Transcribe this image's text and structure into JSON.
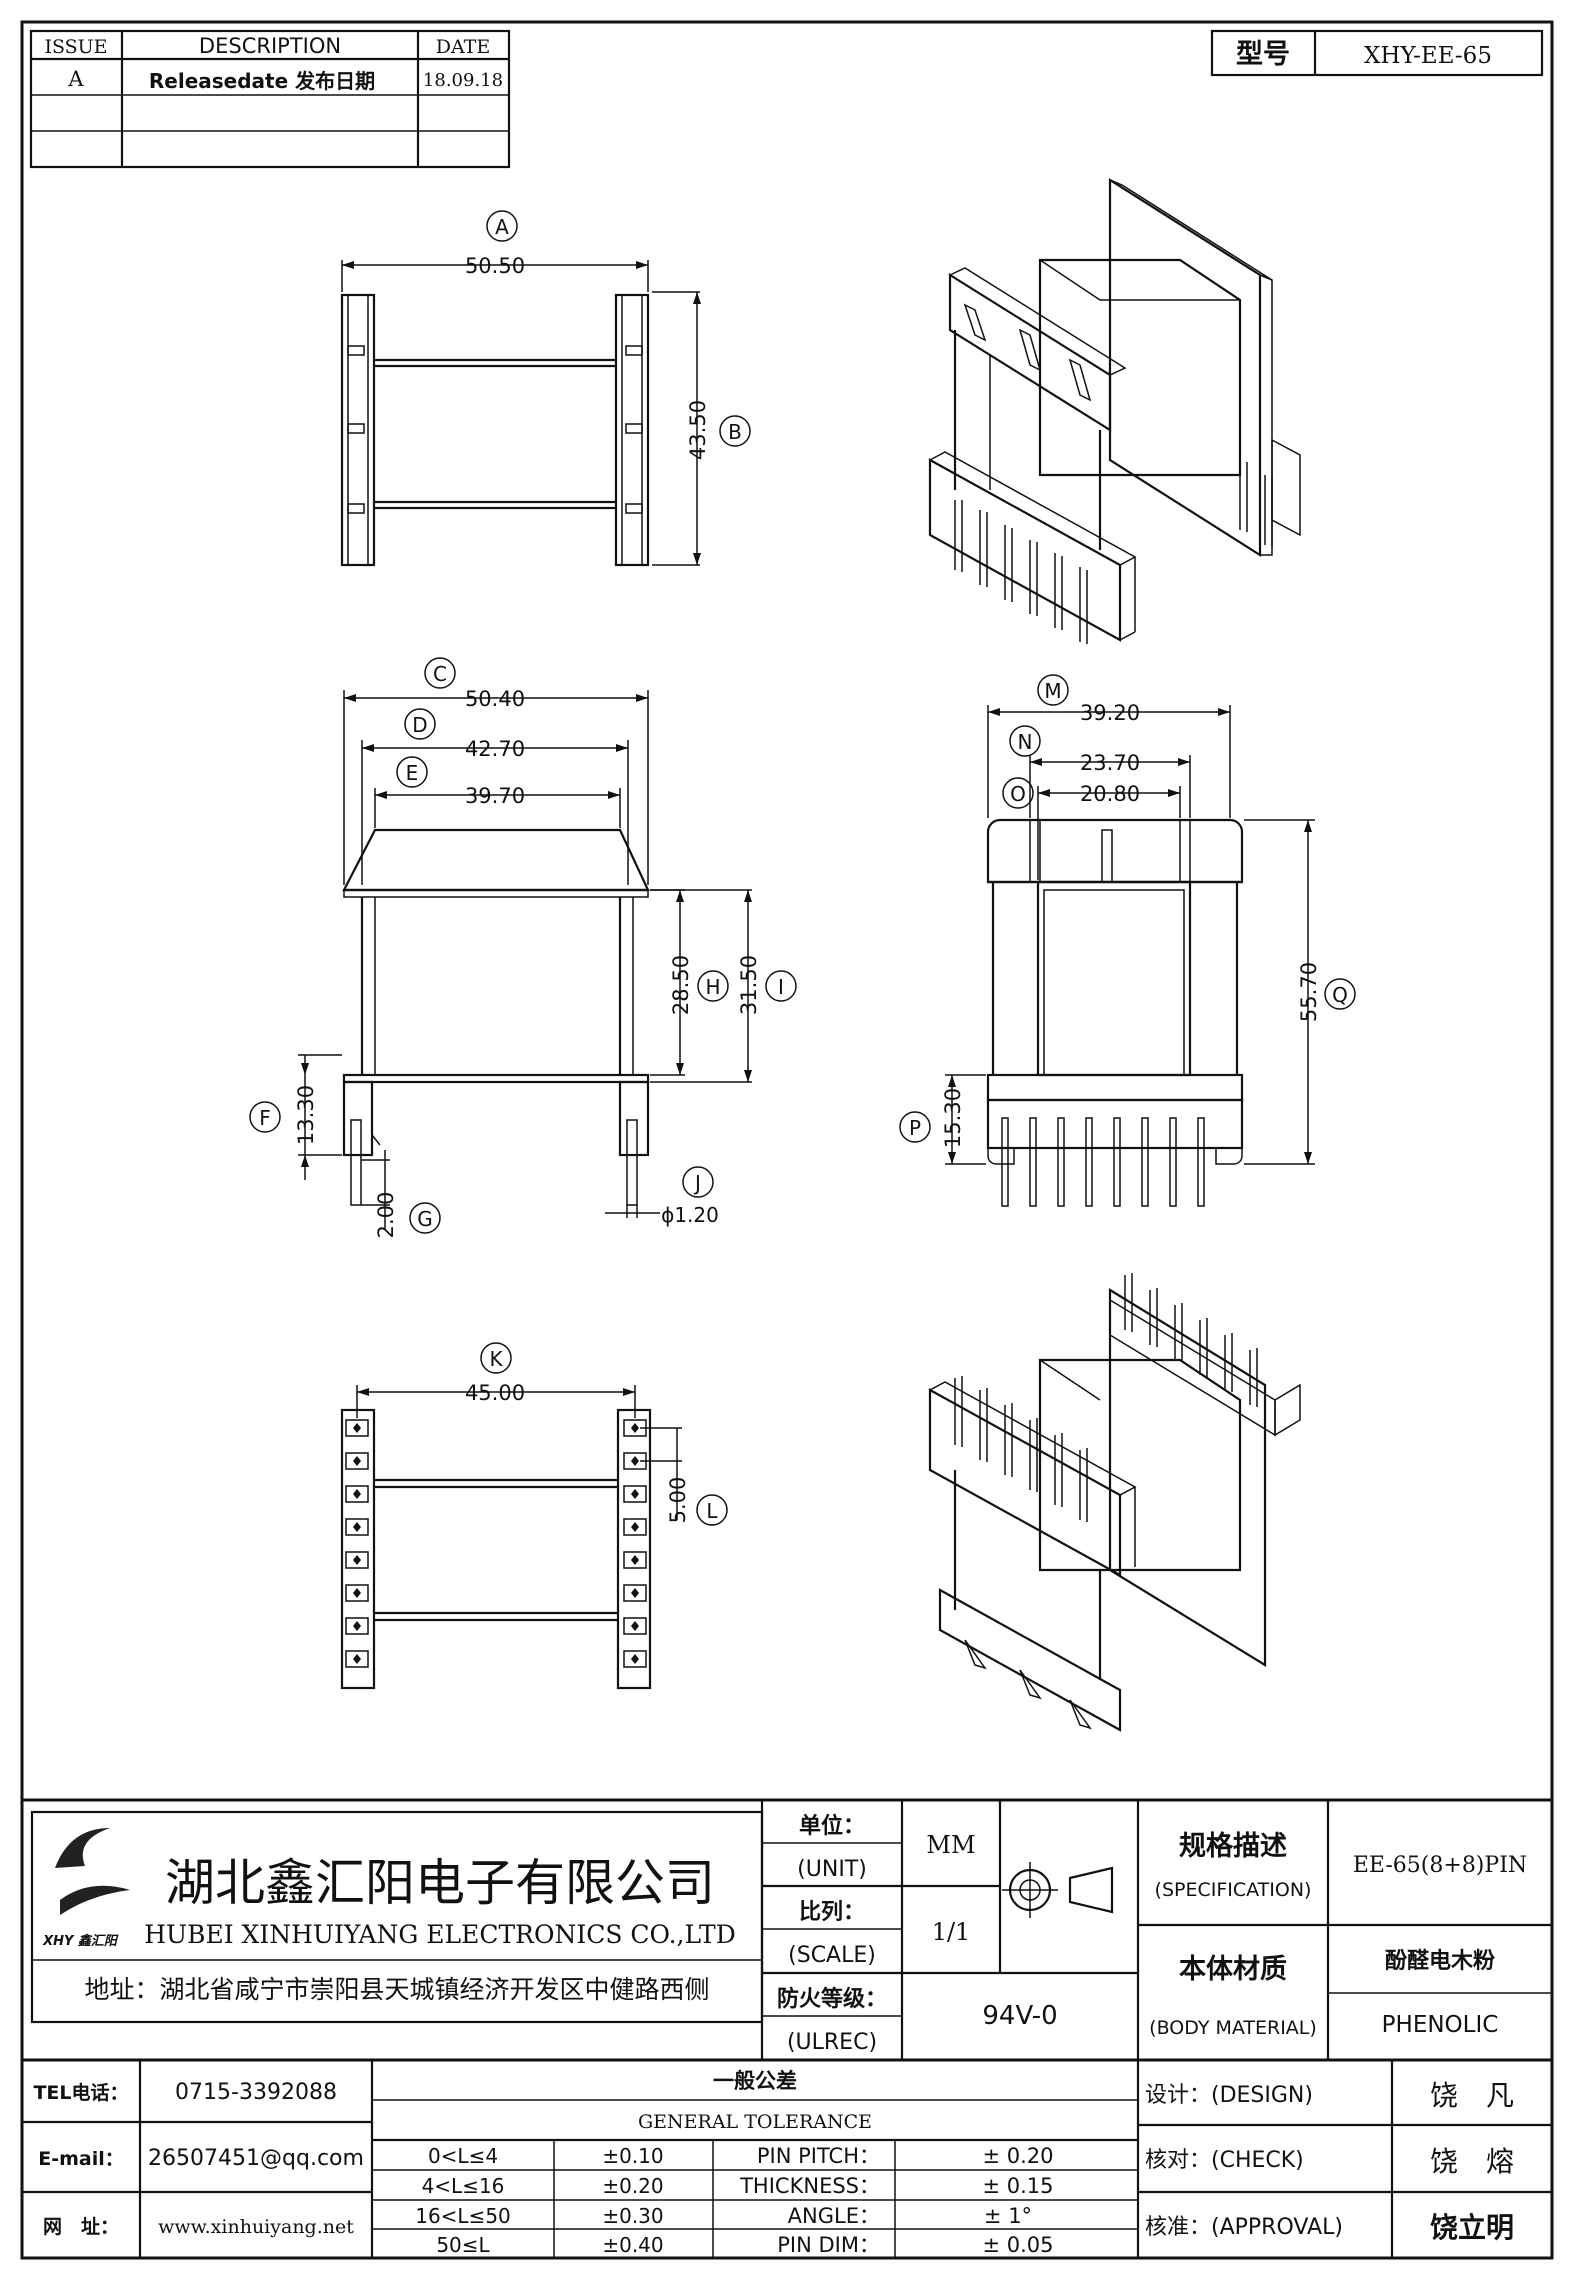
{
  "revision_table": {
    "headers": {
      "issue": "ISSUE",
      "description": "DESCRIPTION",
      "date": "DATE"
    },
    "rows": [
      {
        "issue": "A",
        "description": "Releasedate 发布日期",
        "date": "18.09.18"
      },
      {
        "issue": "",
        "description": "",
        "date": ""
      },
      {
        "issue": "",
        "description": "",
        "date": ""
      }
    ]
  },
  "model_box": {
    "label": "型号",
    "value": "XHY-EE-65"
  },
  "dimensions": {
    "A": {
      "letter": "A",
      "value": "50.50"
    },
    "B": {
      "letter": "B",
      "value": "43.50"
    },
    "C": {
      "letter": "C",
      "value": "50.40"
    },
    "D": {
      "letter": "D",
      "value": "42.70"
    },
    "E": {
      "letter": "E",
      "value": "39.70"
    },
    "F": {
      "letter": "F",
      "value": "13.30"
    },
    "G": {
      "letter": "G",
      "value": "2.00"
    },
    "H": {
      "letter": "H",
      "value": "28.50"
    },
    "I": {
      "letter": "I",
      "value": "31.50"
    },
    "J": {
      "letter": "J",
      "value": "ϕ1.20"
    },
    "K": {
      "letter": "K",
      "value": "45.00"
    },
    "L": {
      "letter": "L",
      "value": "5.00"
    },
    "M": {
      "letter": "M",
      "value": "39.20"
    },
    "N": {
      "letter": "N",
      "value": "23.70"
    },
    "O": {
      "letter": "O",
      "value": "20.80"
    },
    "P": {
      "letter": "P",
      "value": "15.30"
    },
    "Q": {
      "letter": "Q",
      "value": "55.70"
    }
  },
  "company": {
    "name_cn": "湖北鑫汇阳电子有限公司",
    "name_en": "HUBEI XINHUIYANG ELECTRONICS CO.,LTD",
    "address": "地址：湖北省咸宁市崇阳县天城镇经济开发区中健路西侧",
    "logo_text": "XHY 鑫汇阳"
  },
  "title_block": {
    "unit_label_cn": "单位：",
    "unit_label_en": "(UNIT)",
    "unit_value": "MM",
    "scale_label_cn": "比列：",
    "scale_label_en": "(SCALE)",
    "scale_value": "1/1",
    "fire_label_cn": "防火等级：",
    "fire_label_en": "(ULREC)",
    "fire_value": "94V-0",
    "spec_label_cn": "规格描述",
    "spec_label_en": "(SPECIFICATION)",
    "spec_value": "EE-65(8+8)PIN",
    "material_label_cn": "本体材质",
    "material_label_en": "(BODY MATERIAL)",
    "material_value_cn": "酚醛电木粉",
    "material_value_en": "PHENOLIC"
  },
  "contact": {
    "tel_label": "TEL电话：",
    "tel_value": "0715-3392088",
    "email_label": "E-mail：",
    "email_value": "26507451@qq.com",
    "web_label": "网　址：",
    "web_value": "www.xinhuiyang.net"
  },
  "tolerance": {
    "title_cn": "一般公差",
    "title_en": "GENERAL TOLERANCE",
    "length_rows": [
      {
        "range": "0<L≤4",
        "value": "±0.10"
      },
      {
        "range": "4<L≤16",
        "value": "±0.20"
      },
      {
        "range": "16<L≤50",
        "value": "±0.30"
      },
      {
        "range": "50≤L",
        "value": "±0.40"
      }
    ],
    "other_rows": [
      {
        "name": "PIN PITCH：",
        "value": "±  0.20"
      },
      {
        "name": "THICKNESS：",
        "value": "±  0.15"
      },
      {
        "name": "ANGLE：",
        "value": "±  1°"
      },
      {
        "name": "PIN DIM：",
        "value": "±  0.05"
      }
    ]
  },
  "signoff": {
    "design_label": "设计：(DESIGN)",
    "design_name": "饶　凡",
    "check_label": "核对：(CHECK)",
    "check_name": "饶　熔",
    "approval_label": "核准：(APPROVAL)",
    "approval_name": "饶立明"
  }
}
